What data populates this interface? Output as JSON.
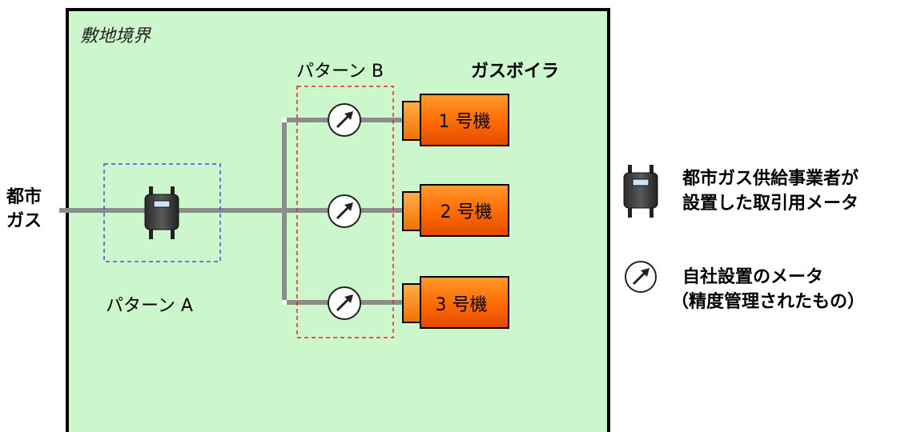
{
  "site": {
    "boundary_label": "敷地境界"
  },
  "inlet": {
    "line1": "都市",
    "line2": "ガス"
  },
  "pattern_a": {
    "label": "パターン A"
  },
  "pattern_b": {
    "label": "パターン B"
  },
  "boilers": {
    "title": "ガスボイラ",
    "units": [
      "1 号機",
      "2 号機",
      "3 号機"
    ]
  },
  "legend": {
    "utility_meter": {
      "line1": "都市ガス供給事業者が",
      "line2": "設置した取引用メータ",
      "icon": "gas-meter-icon"
    },
    "own_meter": {
      "line1": "自社設置のメータ",
      "line2": "（精度管理されたもの）",
      "icon": "flow-meter-icon"
    }
  },
  "colors": {
    "site_fill": "#ccf7cc",
    "site_border": "#000000",
    "pipe": "#8c8c8c",
    "pattern_a_box": "#3355ee",
    "pattern_b_box": "#ee2222",
    "boiler_orange": "#ff6a00"
  }
}
